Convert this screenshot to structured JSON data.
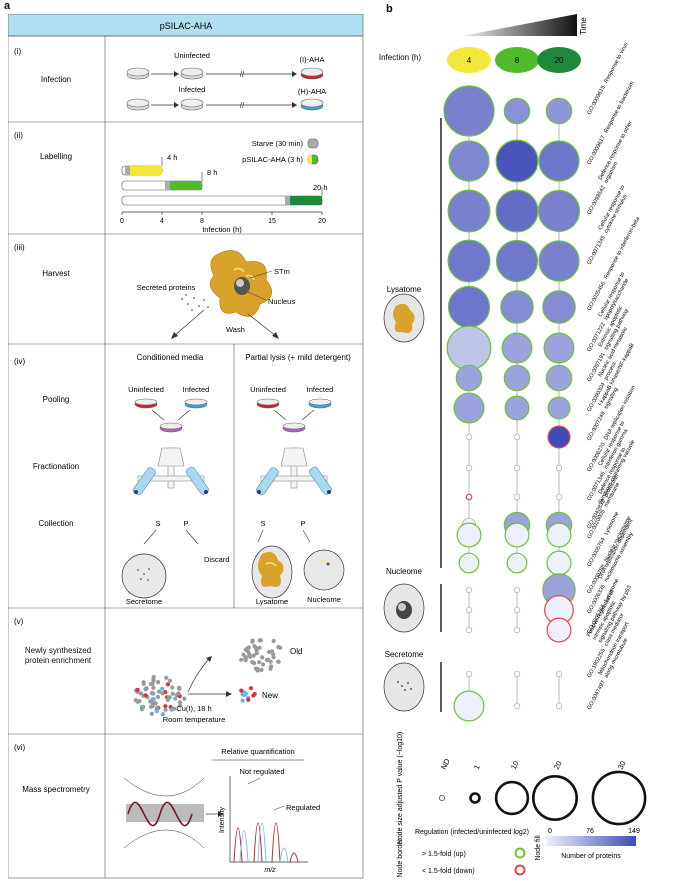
{
  "panel_a": {
    "letter": "a",
    "header": "pSILAC-AHA",
    "steps": [
      {
        "id": "(i)",
        "title": "Infection"
      },
      {
        "id": "(ii)",
        "title": "Labelling"
      },
      {
        "id": "(iii)",
        "title": "Harvest"
      },
      {
        "id": "(iv)",
        "title": "Pooling"
      },
      {
        "id": "(v)",
        "title": "Newly synthesized protein enrichment"
      },
      {
        "id": "(vi)",
        "title": "Mass spectrometry"
      }
    ],
    "iv_extra_labels": [
      "Fractionation",
      "Collection"
    ],
    "infection": {
      "uninfected": "Uninfected",
      "infected": "Infected",
      "i_aha": "(I)-AHA",
      "h_aha": "(H)-AHA",
      "break_mark": "//"
    },
    "labelling": {
      "starve": "Starve (30 min)",
      "pulse": "pSILAC-AHA (3 h)",
      "bars": [
        {
          "label": "4 h",
          "color": "#f2e83a"
        },
        {
          "label": "8 h",
          "color": "#4fba2a"
        },
        {
          "label": "20 h",
          "color": "#1d8a3a"
        }
      ],
      "axis_ticks": [
        "0",
        "4",
        "8",
        "15",
        "20"
      ],
      "axis_label": "Infection (h)"
    },
    "harvest": {
      "stm": "STm",
      "nucleus": "Nucleus",
      "secreted": "Secreted proteins",
      "wash": "Wash"
    },
    "pooling": {
      "cond_media": "Conditioned media",
      "partial_lysis": "Partial lysis (+ mild detergent)",
      "uninfected": "Uninfected",
      "infected": "Infected",
      "s": "S",
      "p": "P",
      "discard": "Discard",
      "secretome": "Secretome",
      "lysatome": "Lysatome",
      "nucleome": "Nucleome"
    },
    "enrichment": {
      "old": "Old",
      "new": "New",
      "cu": "Cu(I), 18 h",
      "room": "Room temperature"
    },
    "ms": {
      "rel_quant": "Relative quantification",
      "not_reg": "Not regulated",
      "reg": "Regulated",
      "ylabel": "Intensity",
      "xlabel": "m/z"
    }
  },
  "panel_b": {
    "letter": "b",
    "time_label": "Time",
    "infection_label": "Infection (h)",
    "time_points": [
      {
        "label": "4",
        "color": "#f2e83a"
      },
      {
        "label": "8",
        "color": "#4fba2a"
      },
      {
        "label": "20",
        "color": "#1d8a3a"
      }
    ],
    "groups": [
      {
        "name": "Lysatome",
        "rows": 14
      },
      {
        "name": "Nucleome",
        "rows": 3
      },
      {
        "name": "Secretome",
        "rows": 2
      }
    ],
    "go_terms": [
      {
        "id": "GO:0009615",
        "name": "Response to virus"
      },
      {
        "id": "GO:0009617",
        "name": "Response to bacterium"
      },
      {
        "id": "GO:0098542",
        "name": "Defence response to other organism"
      },
      {
        "id": "GO:0071345",
        "name": "Cellular response to cytokine stimulus"
      },
      {
        "id": "GO:0035456",
        "name": "Response to interferon-beta"
      },
      {
        "id": "GO:0071222",
        "name": "Cellular response to lipopolysaccharide"
      },
      {
        "id": "GO:0097191",
        "name": "Extrinsic apoptotic signalling pathway"
      },
      {
        "id": "GO:0090304",
        "name": "Nucleic acid metabolic process"
      },
      {
        "id": "GO:0007249",
        "name": "I-kappaB kinase/NF-kappaB signalling"
      },
      {
        "id": "GO:0006270",
        "name": "DNA replication initiation"
      },
      {
        "id": "GO:0071346",
        "name": "Cellular response to interferon-gamma"
      },
      {
        "id": "GO:0042832",
        "name": "Defence response to protozoan"
      },
      {
        "id": "GO:0020005",
        "name": "Symbiont-containing vacuole membrane"
      },
      {
        "id": "GO:0005764",
        "name": "Lysosome"
      },
      {
        "id": "GO:0000788",
        "name": "Nuclear nucleosome"
      },
      {
        "id": "GO:0006335",
        "name": "DNA replication-dependent nucleosome assembly"
      },
      {
        "id": "GO:0005764",
        "name": "Lysosome"
      },
      {
        "id": "GO:1902255",
        "name": "Positive regulation of intrinsic apoptotic signalling pathway by p53 class mediator"
      },
      {
        "id": "GO:0047497",
        "name": "Mitochondrion transport along microtubule"
      }
    ],
    "size_legend": {
      "title": "Node size adjusted P value (−log10)",
      "labels": [
        "ND",
        "1",
        "10",
        "20",
        "30"
      ]
    },
    "border_legend": {
      "title": "Node border",
      "reg_title": "Regulation (infected/uninfected log2)",
      "up": "> 1.5-fold (up)",
      "down": "< 1.5-fold (down)"
    },
    "fill_legend": {
      "title": "Node fill",
      "ticks": [
        "0",
        "76",
        "149"
      ],
      "label": "Number of proteins",
      "low_color": "#eef0fb",
      "high_color": "#3f4bb8"
    },
    "colors": {
      "up": "#6cc23a",
      "down": "#e0474c",
      "grey_border": "#aaaaaa"
    }
  },
  "chart_data": {
    "type": "bubble-matrix",
    "columns": [
      "4",
      "8",
      "20"
    ],
    "rows": [
      "GO:0009615",
      "GO:0009617",
      "GO:0098542",
      "GO:0071345",
      "GO:0035456",
      "GO:0071222",
      "GO:0097191",
      "GO:0090304",
      "GO:0007249",
      "GO:0006270",
      "GO:0071346",
      "GO:0042832",
      "GO:0020005",
      "GO:0005764",
      "GO:0000788",
      "GO:0006335",
      "GO:0005764",
      "GO:1902255",
      "GO:0047497"
    ],
    "size_pvalue": [
      [
        30,
        6,
        6
      ],
      [
        18,
        20,
        18
      ],
      [
        20,
        20,
        19
      ],
      [
        20,
        19,
        18
      ],
      [
        19,
        11,
        11
      ],
      [
        22,
        9,
        9
      ],
      [
        6,
        6,
        6
      ],
      [
        9,
        5,
        4
      ],
      [
        0,
        0,
        4
      ],
      [
        0,
        0,
        0
      ],
      [
        0,
        0,
        0
      ],
      [
        1,
        6,
        6
      ],
      [
        5,
        5,
        5
      ],
      [
        3,
        3,
        5
      ],
      [
        0,
        0,
        11
      ],
      [
        0,
        0,
        8
      ],
      [
        0,
        0,
        5
      ],
      [
        0,
        0,
        0
      ],
      [
        9,
        0,
        0
      ]
    ],
    "fill_proteins": [
      [
        100,
        85,
        80
      ],
      [
        95,
        140,
        110
      ],
      [
        100,
        118,
        100
      ],
      [
        108,
        108,
        100
      ],
      [
        110,
        90,
        90
      ],
      [
        40,
        70,
        70
      ],
      [
        70,
        70,
        70
      ],
      [
        70,
        70,
        70
      ],
      [
        0,
        0,
        149
      ],
      [
        0,
        0,
        0
      ],
      [
        0,
        0,
        0
      ],
      [
        0,
        70,
        70
      ],
      [
        0,
        0,
        0
      ],
      [
        0,
        0,
        0
      ],
      [
        0,
        0,
        70
      ],
      [
        0,
        0,
        0
      ],
      [
        0,
        0,
        0
      ],
      [
        0,
        0,
        0
      ],
      [
        0,
        0,
        0
      ]
    ],
    "border": [
      [
        "up",
        "up",
        "up"
      ],
      [
        "up",
        "up",
        "up"
      ],
      [
        "up",
        "up",
        "up"
      ],
      [
        "up",
        "up",
        "up"
      ],
      [
        "up",
        "up",
        "up"
      ],
      [
        "up",
        "up",
        "up"
      ],
      [
        "up",
        "up",
        "up"
      ],
      [
        "up",
        "up",
        "up"
      ],
      [
        "none",
        "none",
        "down"
      ],
      [
        "none",
        "none",
        "none"
      ],
      [
        "down",
        "none",
        "none"
      ],
      [
        "none",
        "up",
        "up"
      ],
      [
        "up",
        "up",
        "up"
      ],
      [
        "up",
        "up",
        "up"
      ],
      [
        "none",
        "none",
        "up"
      ],
      [
        "none",
        "none",
        "down"
      ],
      [
        "none",
        "none",
        "down"
      ],
      [
        "none",
        "none",
        "none"
      ],
      [
        "up",
        "none",
        "none"
      ]
    ]
  }
}
